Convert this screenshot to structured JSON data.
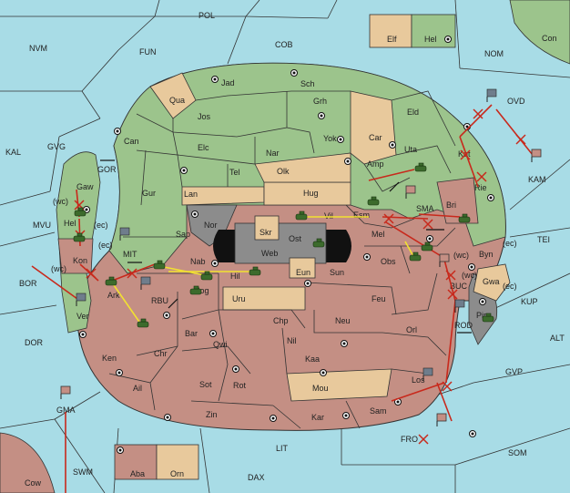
{
  "map": {
    "sea_regions": [
      "POL",
      "NVM",
      "FUN",
      "COB",
      "NOM",
      "Con",
      "KAL",
      "GVG",
      "GOR",
      "MVU",
      "BOR",
      "DOR",
      "MIT",
      "RBU",
      "SMA",
      "TEI",
      "KUP",
      "ALT",
      "GVP",
      "FRO",
      "SOM",
      "LIT",
      "DAX",
      "SWM",
      "GMA",
      "Cow",
      "KAM",
      "OVD",
      "BUC",
      "ROD"
    ],
    "green_regions": [
      "Jad",
      "Sch",
      "Qua",
      "Jos",
      "Grh",
      "Eld",
      "Can",
      "Elc",
      "Nar",
      "Yok",
      "Car",
      "Uta",
      "Tel",
      "Olk",
      "Amp",
      "Kat",
      "Gur",
      "Hug",
      "Rie",
      "Gaw",
      "Vil",
      "Esm",
      "Sap",
      "Byn",
      "Hel",
      "Ver",
      "Elf"
    ],
    "red_regions": [
      "Kon",
      "Ark",
      "Nab",
      "Hil",
      "Nog",
      "Sun",
      "Mel",
      "Obs",
      "Bri",
      "Feu",
      "Chp",
      "Neu",
      "Orl",
      "Nil",
      "Bar",
      "Qwi",
      "Kaa",
      "Ken",
      "Chr",
      "Ail",
      "Sot",
      "Rot",
      "Mou",
      "Los",
      "Zin",
      "Kar",
      "Sam",
      "Aba"
    ],
    "grey_regions": [
      "Nor",
      "Skr",
      "Ost",
      "Web",
      "Pir",
      "Gwa"
    ],
    "tan_regions": [
      "Lan",
      "Eun",
      "Uru",
      "Orn"
    ],
    "coast_tags": [
      "(wc)",
      "(ec)",
      "(wc)",
      "(ec)",
      "(wc)",
      "(ec)",
      "(wc)"
    ],
    "colors": {
      "sea": "#a8dce6",
      "green": "#9cc48c",
      "red": "#c48f84",
      "tan": "#e8c99c",
      "grey": "#8c8c8c",
      "move_red": "#c8291c",
      "move_yellow": "#f2e230"
    },
    "icons": [
      "supply-center-icon",
      "army-icon",
      "fleet-icon",
      "failed-move-x-icon",
      "swap-arrow-icon"
    ]
  }
}
